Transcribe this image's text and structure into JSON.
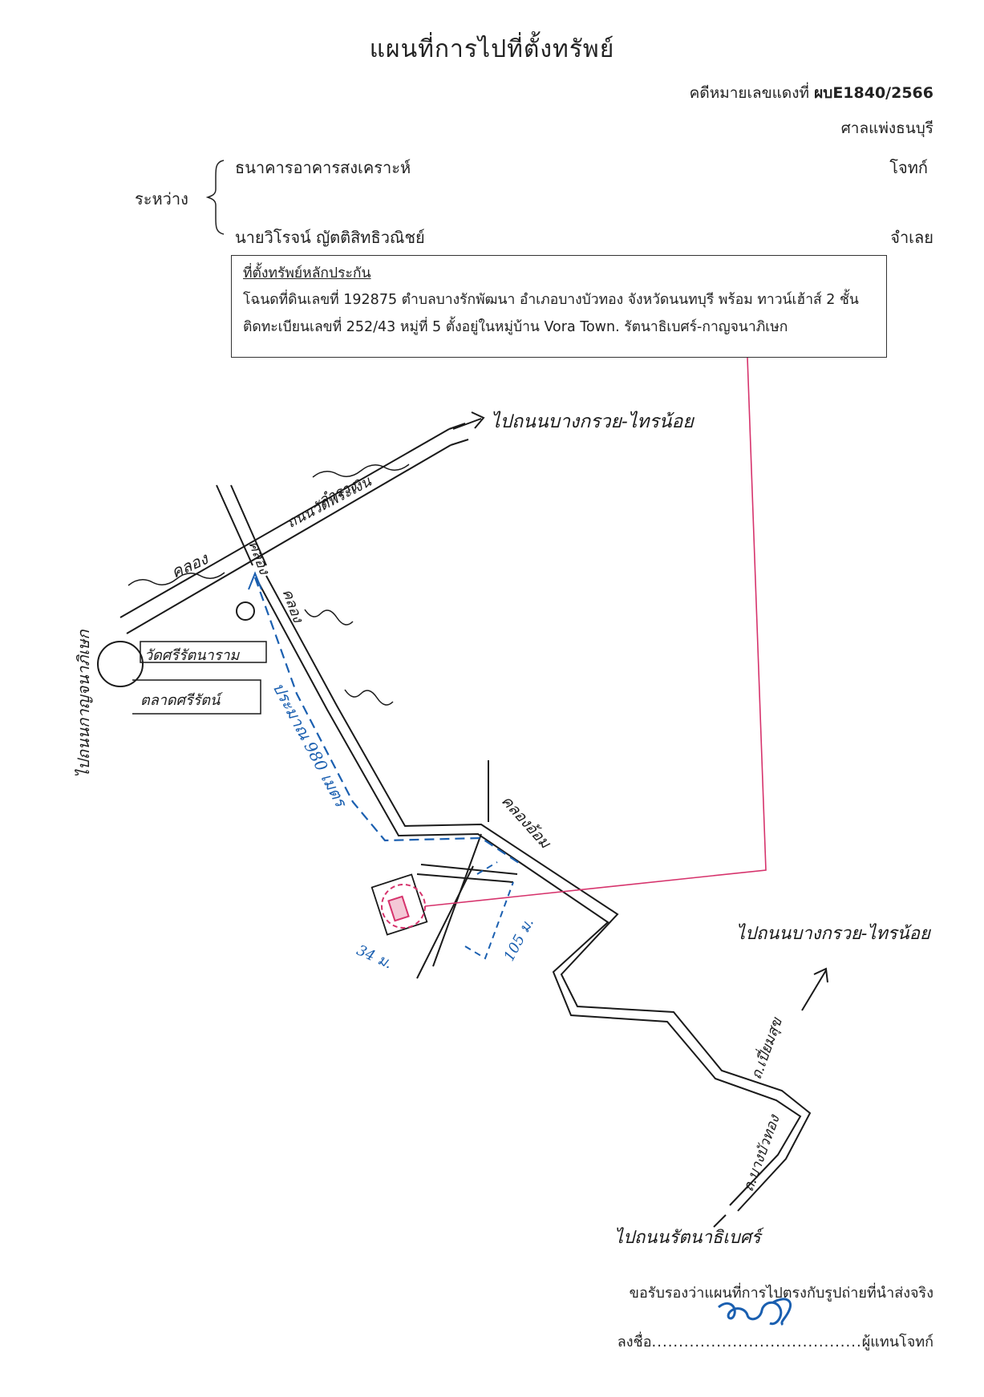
{
  "header": {
    "title": "แผนที่การไปที่ตั้งทรัพย์",
    "case_prefix": "คดีหมายเลขแดงที่",
    "case_number": "ผบE1840/2566",
    "court": "ศาลแพ่งธนบุรี"
  },
  "parties": {
    "between_label": "ระหว่าง",
    "plaintiff_name": "ธนาคารอาคารสงเคราะห์",
    "plaintiff_role": "โจทก์",
    "defendant_name": "นายวิโรจน์  ญัตติสิทธิวณิชย์",
    "defendant_role": "จำเลย"
  },
  "location_box": {
    "heading": "ที่ตั้งทรัพย์หลักประกัน",
    "line1": "โฉนดที่ดินเลขที่ 192875 ตำบลบางรักพัฒนา อำเภอบางบัวทอง จังหวัดนนทบุรี พร้อม ทาวน์เฮ้าส์ 2 ชั้น",
    "line2": "ติดทะเบียนเลขที่ 252/43 หมู่ที่ 5 ตั้งอยู่ในหมู่บ้าน Vora Town. รัตนาธิเบศร์-กาญจนาภิเษก"
  },
  "map": {
    "to_bangkruai_top": "ไปถนนบางกรวย-ไทรน้อย",
    "road_label": "ถนนวัดพระเงิน",
    "canal_top": "คลอง",
    "canal_mid": "คลอง",
    "canal_label_a": "ลำราง",
    "canal_label_b": "คลอง",
    "to_kanchana": "ไปถนนกาญจนาภิเษก",
    "temple": "วัดศรีรัตนาราม",
    "market": "ตลาดศรีรัตน์",
    "distance_main": "ประมาณ 980 เมตร",
    "canal_right": "คลองอ้อม",
    "to_bangkruai_right": "ไปถนนบางกรวย-ไทรน้อย",
    "dist_34": "34 ม.",
    "dist_105": "105 ม.",
    "road_right_a": "ถ.เปี่ยมสุข",
    "road_right_b": "ถ.บางบัวทอง",
    "to_rattanathibet": "ไปถนนรัตนาธิเบศร์"
  },
  "footer": {
    "certification": "ขอรับรองว่าแผนที่การไปตรงกับรูปถ่ายที่นำส่งจริง",
    "sign_prefix": "ลงชื่อ",
    "sign_dots": ".......................................",
    "sign_role": "ผู้แทนโจทก์"
  },
  "colors": {
    "road": "#1a1a1a",
    "route": "#1a5fb0",
    "pointer": "#d6336c",
    "text": "#222222"
  }
}
